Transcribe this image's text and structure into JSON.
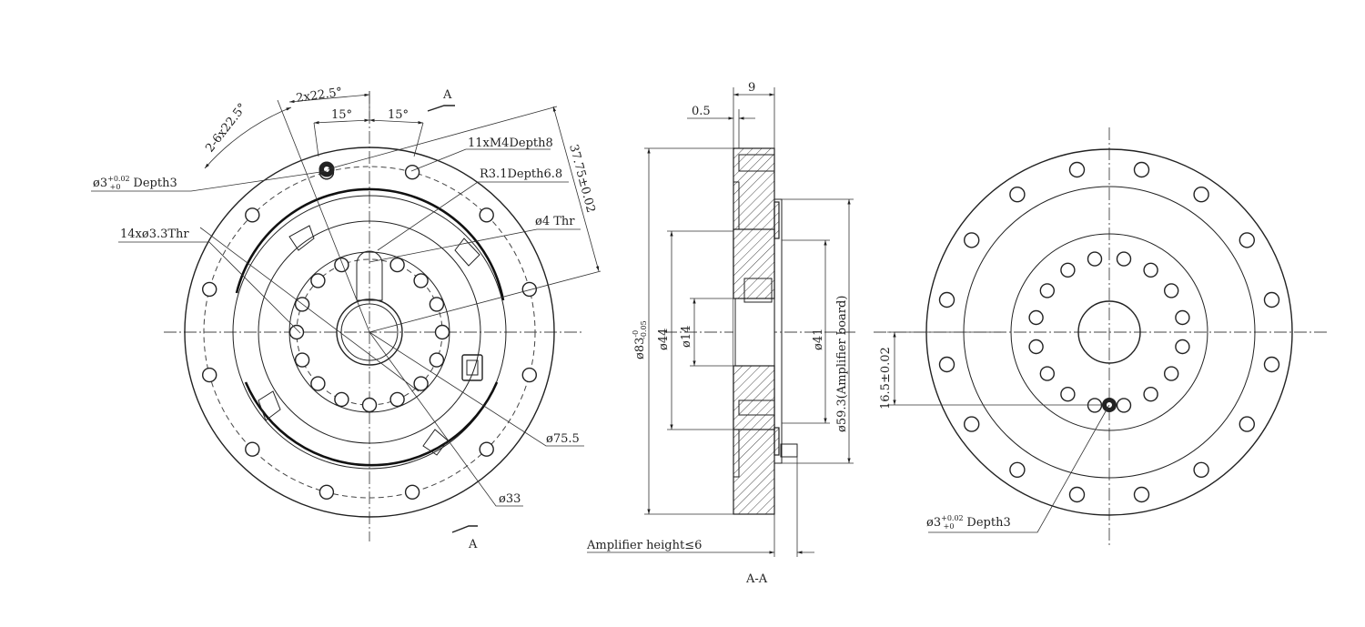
{
  "front_view": {
    "section_marker_top": "A",
    "section_marker_bottom": "A",
    "dims": {
      "angle_pattern": "2-6x22.5°",
      "angle_2x": "2x22.5°",
      "angle_15_left": "15°",
      "angle_15_right": "15°",
      "radial_offset": "37.75±0.02",
      "thread_holes": "11xM4Depth8",
      "relief": "R3.1Depth6.8",
      "pin_hole_symbol": "ø3",
      "pin_hole_tol_upper": "+0.02",
      "pin_hole_tol_lower": "+0",
      "pin_hole_depth": "Depth3",
      "through_holes": "14xø3.3Thr",
      "small_through": "ø4 Thr",
      "dia_75": "ø75.5",
      "dia_33": "ø33"
    }
  },
  "section_view": {
    "label": "A-A",
    "dims": {
      "width_9": "9",
      "step_05": "0.5",
      "outer_dia_base": "ø83",
      "outer_dia_tol_upper": "-0",
      "outer_dia_tol_lower": "-0.05",
      "dia_44": "ø44",
      "dia_14": "ø14",
      "dia_41": "ø41",
      "dia_593": "ø59.3(Amplifier board)",
      "amp_height": "Amplifier height≤6"
    }
  },
  "back_view": {
    "dims": {
      "offset": "16.5±0.02",
      "pin_hole_symbol": "ø3",
      "pin_hole_tol_upper": "+0.02",
      "pin_hole_tol_lower": "+0",
      "pin_hole_depth": "Depth3"
    }
  }
}
